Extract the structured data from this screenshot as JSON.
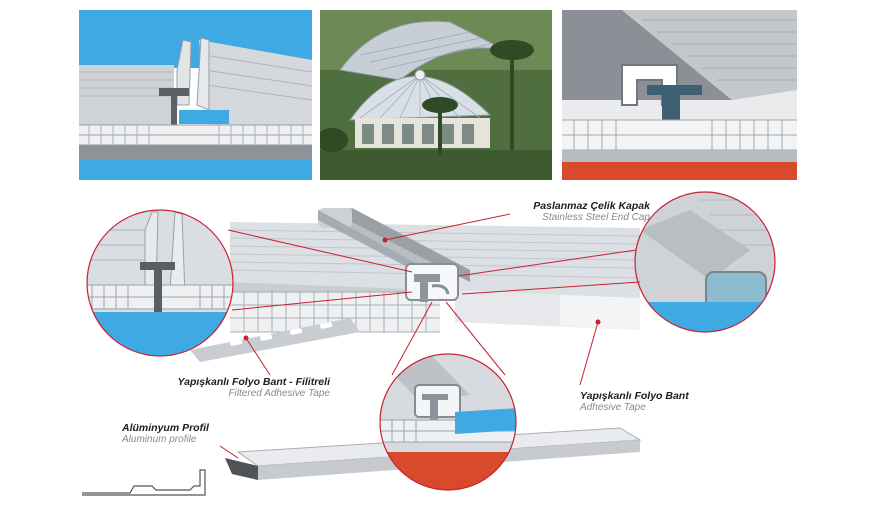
{
  "top_panels": {
    "left": {
      "name": "detail-photo-left"
    },
    "middle": {
      "name": "dome-building-photo"
    },
    "right": {
      "name": "detail-photo-right"
    }
  },
  "labels": {
    "end_cap": {
      "tr": "Paslanmaz Çelik Kapak",
      "en": "Stainless Steel End Cap"
    },
    "filtered_tape": {
      "tr": "Yapışkanlı Folyo Bant - Filitreli",
      "en": "Filtered Adhesive Tape"
    },
    "adhesive_tape": {
      "tr": "Yapışkanlı Folyo Bant",
      "en": "Adhesive Tape"
    },
    "aluminum_profile": {
      "tr": "Alüminyum Profil",
      "en": "Aluminum profile"
    }
  },
  "colors": {
    "sky_blue": "#3fa9e3",
    "red_ground": "#d94a2c",
    "leader_red": "#c8202f",
    "panel_gray": "#d7dade"
  }
}
